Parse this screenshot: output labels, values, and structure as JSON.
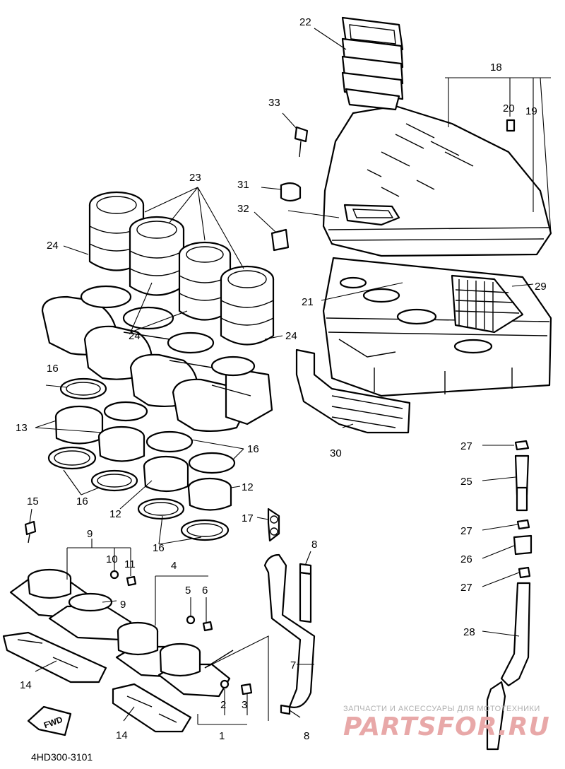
{
  "diagram": {
    "code": "4HD300-3101",
    "fwd_label": "FWD",
    "watermark": {
      "tagline": "ЗАПЧАСТИ И АКСЕССУАРЫ ДЛЯ МОТОТЕХНИКИ",
      "logo": "PARTSFOR.RU"
    },
    "callouts": {
      "c1": "1",
      "c2": "2",
      "c3": "3",
      "c4": "4",
      "c5": "5",
      "c6": "6",
      "c7": "7",
      "c8a": "8",
      "c8b": "8",
      "c9a": "9",
      "c9b": "9",
      "c10": "10",
      "c11": "11",
      "c12a": "12",
      "c12b": "12",
      "c13": "13",
      "c14a": "14",
      "c14b": "14",
      "c15": "15",
      "c16a": "16",
      "c16b": "16",
      "c16c": "16",
      "c16d": "16",
      "c17": "17",
      "c18": "18",
      "c19": "19",
      "c20": "20",
      "c21": "21",
      "c22": "22",
      "c23": "23",
      "c24a": "24",
      "c24b": "24",
      "c24c": "24",
      "c25": "25",
      "c26": "26",
      "c27a": "27",
      "c27b": "27",
      "c27c": "27",
      "c28": "28",
      "c29": "29",
      "c30": "30",
      "c31": "31",
      "c32": "32",
      "c33": "33"
    }
  }
}
